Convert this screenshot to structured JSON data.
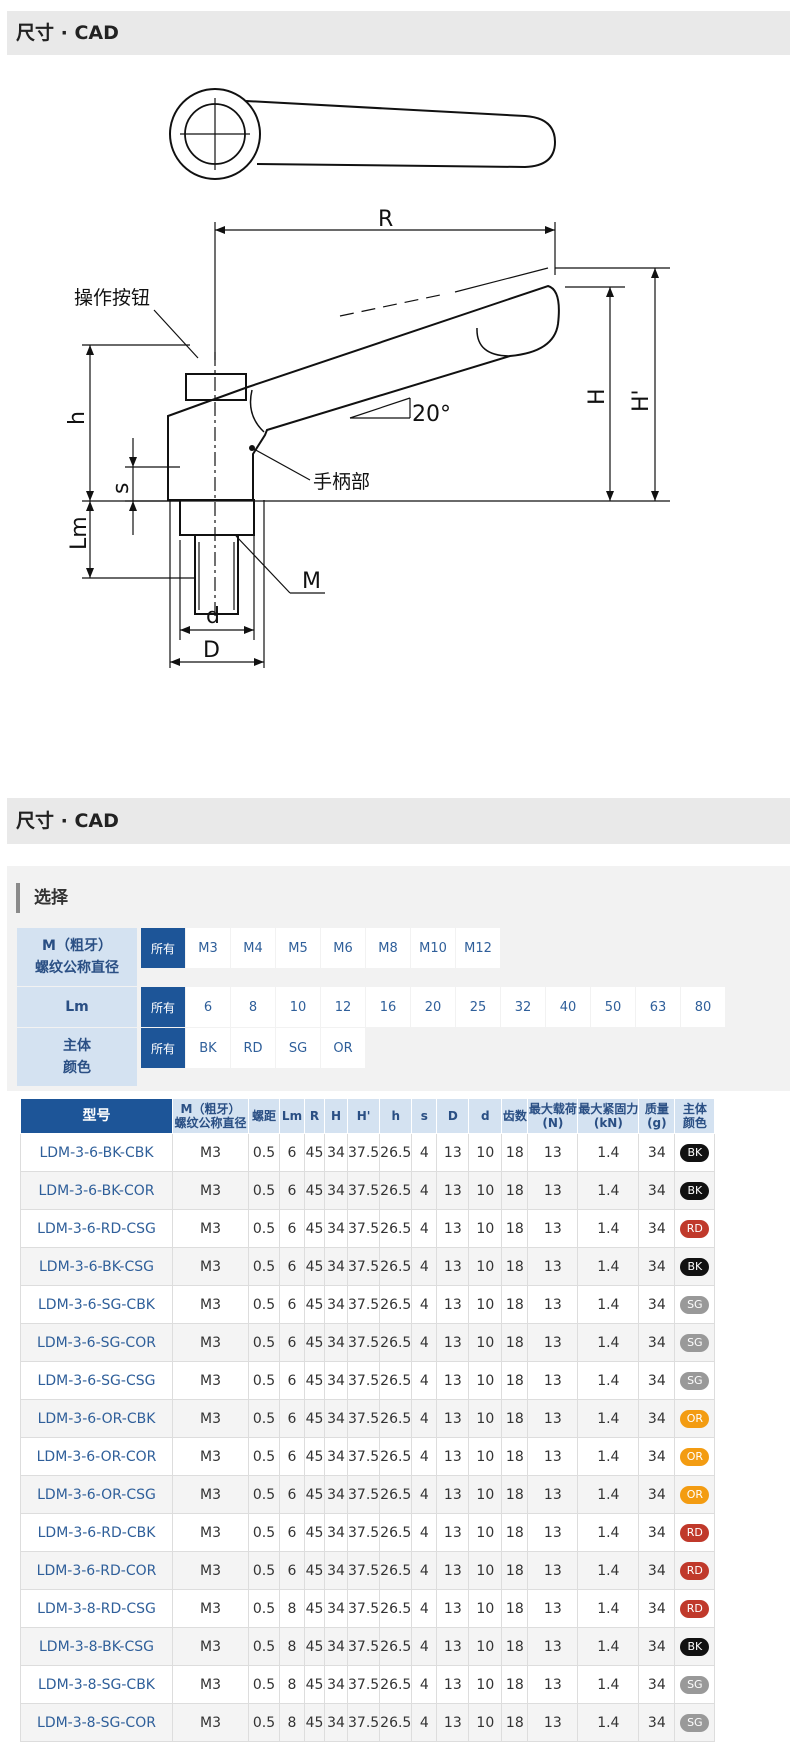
{
  "section1_title": "尺寸 · CAD",
  "section2_title": "尺寸 · CAD",
  "drawing": {
    "labels": {
      "R": "R",
      "button": "操作按钮",
      "h": "h",
      "s": "s",
      "Lm": "Lm",
      "d": "d",
      "D": "D",
      "M": "M",
      "H": "H",
      "Hp": "H'",
      "angle": "20°",
      "handle": "手柄部"
    }
  },
  "select": {
    "title": "选择",
    "m_label_1": "M（粗牙）",
    "m_label_2": "螺纹公称直径",
    "m_options": [
      "所有",
      "M3",
      "M4",
      "M5",
      "M6",
      "M8",
      "M10",
      "M12"
    ],
    "lm_label": "Lm",
    "lm_options": [
      "所有",
      "6",
      "8",
      "10",
      "12",
      "16",
      "20",
      "25",
      "32",
      "40",
      "50",
      "63",
      "80"
    ],
    "color_label_1": "主体",
    "color_label_2": "颜色",
    "color_options": [
      "所有",
      "BK",
      "RD",
      "SG",
      "OR"
    ]
  },
  "table": {
    "headers": {
      "model": "型号",
      "m1": "M（粗牙）",
      "m2": "螺纹公称直径",
      "pitch": "螺距",
      "lm": "Lm",
      "r": "R",
      "h_big": "H",
      "h_prime": "H'",
      "h_small": "h",
      "s": "s",
      "D": "D",
      "d": "d",
      "teeth": "齿数",
      "load1": "最大载荷",
      "load2": "(N)",
      "clamp1": "最大紧固力",
      "clamp2": "(kN)",
      "mass1": "质量",
      "mass2": "(g)",
      "color1": "主体",
      "color2": "颜色"
    },
    "rows": [
      {
        "model": "LDM-3-6-BK-CBK",
        "m": "M3",
        "pitch": "0.5",
        "lm": "6",
        "r": "45",
        "H": "34",
        "Hp": "37.5",
        "h": "26.5",
        "s": "4",
        "D": "13",
        "d": "10",
        "teeth": "18",
        "load": "13",
        "clamp": "1.4",
        "mass": "34",
        "color": "BK"
      },
      {
        "model": "LDM-3-6-BK-COR",
        "m": "M3",
        "pitch": "0.5",
        "lm": "6",
        "r": "45",
        "H": "34",
        "Hp": "37.5",
        "h": "26.5",
        "s": "4",
        "D": "13",
        "d": "10",
        "teeth": "18",
        "load": "13",
        "clamp": "1.4",
        "mass": "34",
        "color": "BK"
      },
      {
        "model": "LDM-3-6-RD-CSG",
        "m": "M3",
        "pitch": "0.5",
        "lm": "6",
        "r": "45",
        "H": "34",
        "Hp": "37.5",
        "h": "26.5",
        "s": "4",
        "D": "13",
        "d": "10",
        "teeth": "18",
        "load": "13",
        "clamp": "1.4",
        "mass": "34",
        "color": "RD"
      },
      {
        "model": "LDM-3-6-BK-CSG",
        "m": "M3",
        "pitch": "0.5",
        "lm": "6",
        "r": "45",
        "H": "34",
        "Hp": "37.5",
        "h": "26.5",
        "s": "4",
        "D": "13",
        "d": "10",
        "teeth": "18",
        "load": "13",
        "clamp": "1.4",
        "mass": "34",
        "color": "BK"
      },
      {
        "model": "LDM-3-6-SG-CBK",
        "m": "M3",
        "pitch": "0.5",
        "lm": "6",
        "r": "45",
        "H": "34",
        "Hp": "37.5",
        "h": "26.5",
        "s": "4",
        "D": "13",
        "d": "10",
        "teeth": "18",
        "load": "13",
        "clamp": "1.4",
        "mass": "34",
        "color": "SG"
      },
      {
        "model": "LDM-3-6-SG-COR",
        "m": "M3",
        "pitch": "0.5",
        "lm": "6",
        "r": "45",
        "H": "34",
        "Hp": "37.5",
        "h": "26.5",
        "s": "4",
        "D": "13",
        "d": "10",
        "teeth": "18",
        "load": "13",
        "clamp": "1.4",
        "mass": "34",
        "color": "SG"
      },
      {
        "model": "LDM-3-6-SG-CSG",
        "m": "M3",
        "pitch": "0.5",
        "lm": "6",
        "r": "45",
        "H": "34",
        "Hp": "37.5",
        "h": "26.5",
        "s": "4",
        "D": "13",
        "d": "10",
        "teeth": "18",
        "load": "13",
        "clamp": "1.4",
        "mass": "34",
        "color": "SG"
      },
      {
        "model": "LDM-3-6-OR-CBK",
        "m": "M3",
        "pitch": "0.5",
        "lm": "6",
        "r": "45",
        "H": "34",
        "Hp": "37.5",
        "h": "26.5",
        "s": "4",
        "D": "13",
        "d": "10",
        "teeth": "18",
        "load": "13",
        "clamp": "1.4",
        "mass": "34",
        "color": "OR"
      },
      {
        "model": "LDM-3-6-OR-COR",
        "m": "M3",
        "pitch": "0.5",
        "lm": "6",
        "r": "45",
        "H": "34",
        "Hp": "37.5",
        "h": "26.5",
        "s": "4",
        "D": "13",
        "d": "10",
        "teeth": "18",
        "load": "13",
        "clamp": "1.4",
        "mass": "34",
        "color": "OR"
      },
      {
        "model": "LDM-3-6-OR-CSG",
        "m": "M3",
        "pitch": "0.5",
        "lm": "6",
        "r": "45",
        "H": "34",
        "Hp": "37.5",
        "h": "26.5",
        "s": "4",
        "D": "13",
        "d": "10",
        "teeth": "18",
        "load": "13",
        "clamp": "1.4",
        "mass": "34",
        "color": "OR"
      },
      {
        "model": "LDM-3-6-RD-CBK",
        "m": "M3",
        "pitch": "0.5",
        "lm": "6",
        "r": "45",
        "H": "34",
        "Hp": "37.5",
        "h": "26.5",
        "s": "4",
        "D": "13",
        "d": "10",
        "teeth": "18",
        "load": "13",
        "clamp": "1.4",
        "mass": "34",
        "color": "RD"
      },
      {
        "model": "LDM-3-6-RD-COR",
        "m": "M3",
        "pitch": "0.5",
        "lm": "6",
        "r": "45",
        "H": "34",
        "Hp": "37.5",
        "h": "26.5",
        "s": "4",
        "D": "13",
        "d": "10",
        "teeth": "18",
        "load": "13",
        "clamp": "1.4",
        "mass": "34",
        "color": "RD"
      },
      {
        "model": "LDM-3-8-RD-CSG",
        "m": "M3",
        "pitch": "0.5",
        "lm": "8",
        "r": "45",
        "H": "34",
        "Hp": "37.5",
        "h": "26.5",
        "s": "4",
        "D": "13",
        "d": "10",
        "teeth": "18",
        "load": "13",
        "clamp": "1.4",
        "mass": "34",
        "color": "RD"
      },
      {
        "model": "LDM-3-8-BK-CSG",
        "m": "M3",
        "pitch": "0.5",
        "lm": "8",
        "r": "45",
        "H": "34",
        "Hp": "37.5",
        "h": "26.5",
        "s": "4",
        "D": "13",
        "d": "10",
        "teeth": "18",
        "load": "13",
        "clamp": "1.4",
        "mass": "34",
        "color": "BK"
      },
      {
        "model": "LDM-3-8-SG-CBK",
        "m": "M3",
        "pitch": "0.5",
        "lm": "8",
        "r": "45",
        "H": "34",
        "Hp": "37.5",
        "h": "26.5",
        "s": "4",
        "D": "13",
        "d": "10",
        "teeth": "18",
        "load": "13",
        "clamp": "1.4",
        "mass": "34",
        "color": "SG"
      },
      {
        "model": "LDM-3-8-SG-COR",
        "m": "M3",
        "pitch": "0.5",
        "lm": "8",
        "r": "45",
        "H": "34",
        "Hp": "37.5",
        "h": "26.5",
        "s": "4",
        "D": "13",
        "d": "10",
        "teeth": "18",
        "load": "13",
        "clamp": "1.4",
        "mass": "34",
        "color": "SG"
      }
    ]
  }
}
